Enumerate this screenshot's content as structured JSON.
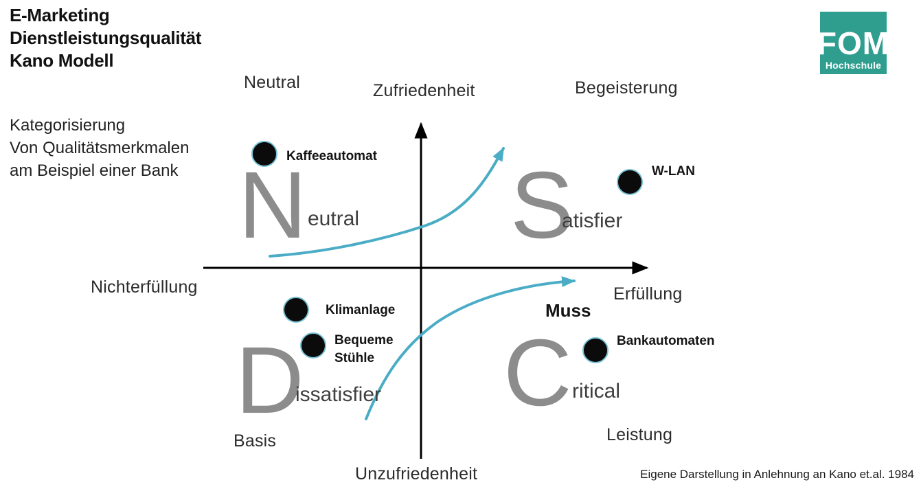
{
  "header": {
    "title_lines": [
      "E-Marketing",
      "Dienstleistungsqualität",
      "Kano Modell"
    ],
    "subtitle_lines": [
      "Kategorisierung",
      "Von Qualitätsmerkmalen",
      "am Beispiel einer Bank"
    ]
  },
  "logo": {
    "acronym": "FOM",
    "subtitle": "Hochschule",
    "bg_color": "#2F9E8F",
    "text_color": "#FFFFFF"
  },
  "axes": {
    "top_label": "Zufriedenheit",
    "bottom_label": "Unzufriedenheit",
    "left_label": "Nichterfüllung",
    "right_label": "Erfüllung"
  },
  "corners": {
    "top_left": "Neutral",
    "top_right": "Begeisterung",
    "bottom_left": "Basis",
    "bottom_right": "Leistung"
  },
  "quadrants": {
    "neutral": {
      "letter": "N",
      "suffix": "eutral"
    },
    "satisfier": {
      "letter": "S",
      "suffix": "atisfier"
    },
    "dissatisfier": {
      "letter": "D",
      "suffix": "issatisfier"
    },
    "critical": {
      "letter": "C",
      "suffix": "ritical",
      "tag": "Muss"
    }
  },
  "points": {
    "kaffeeautomat": "Kaffeeautomat",
    "wlan": "W-LAN",
    "klimanlage": "Klimanlage",
    "bequeme_line1": "Bequeme",
    "bequeme_line2": "Stühle",
    "bankautomaten": "Bankautomaten"
  },
  "footer": {
    "citation": "Eigene Darstellung in Anlehnung an Kano et.al. 1984"
  },
  "colors": {
    "accent_teal": "#4BACC6",
    "letter_gray": "#8C8C8C",
    "dot_fill": "#0B0B0B",
    "dot_ring": "#79C2D4",
    "logo_teal": "#2F9E8F",
    "axis_black": "#000000"
  }
}
